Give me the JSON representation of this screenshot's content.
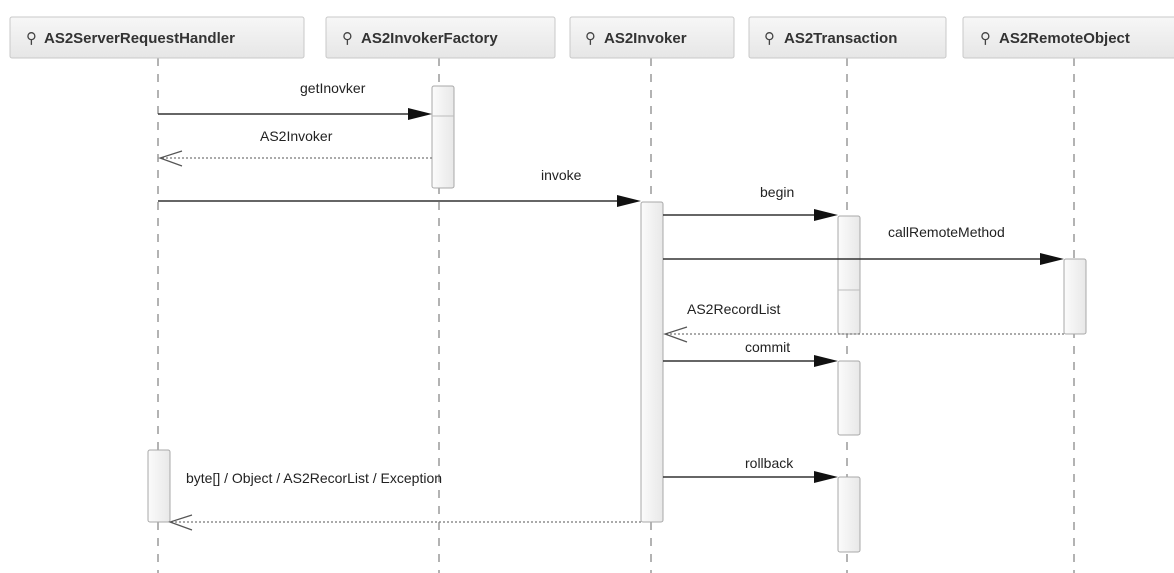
{
  "diagram": {
    "type": "sequence",
    "participants": [
      {
        "id": "handler",
        "name": "AS2ServerRequestHandler",
        "icon": "participant-pin-icon"
      },
      {
        "id": "factory",
        "name": "AS2InvokerFactory",
        "icon": "participant-pin-icon"
      },
      {
        "id": "invoker",
        "name": "AS2Invoker",
        "icon": "participant-pin-icon"
      },
      {
        "id": "transaction",
        "name": "AS2Transaction",
        "icon": "participant-pin-icon"
      },
      {
        "id": "remote",
        "name": "AS2RemoteObject",
        "icon": "participant-pin-icon"
      }
    ],
    "messages": [
      {
        "from": "handler",
        "to": "factory",
        "label": "getInovker",
        "kind": "call"
      },
      {
        "from": "factory",
        "to": "handler",
        "label": "AS2Invoker",
        "kind": "return"
      },
      {
        "from": "handler",
        "to": "invoker",
        "label": "invoke",
        "kind": "call"
      },
      {
        "from": "invoker",
        "to": "transaction",
        "label": "begin",
        "kind": "call"
      },
      {
        "from": "invoker",
        "to": "remote",
        "label": "callRemoteMethod",
        "kind": "call"
      },
      {
        "from": "remote",
        "to": "invoker",
        "label": "AS2RecordList",
        "kind": "return"
      },
      {
        "from": "invoker",
        "to": "transaction",
        "label": "commit",
        "kind": "call"
      },
      {
        "from": "invoker",
        "to": "transaction",
        "label": "rollback",
        "kind": "call"
      },
      {
        "from": "invoker",
        "to": "handler",
        "label": "byte[] / Object / AS2RecorList / Exception",
        "kind": "return"
      }
    ],
    "icon_glyph": "⚲",
    "colors": {
      "header_fill": "#efefef",
      "header_border": "#c8c8c8",
      "lifeline": "#8a8a8a",
      "activation_fill": "#f6f6f6",
      "activation_border": "#a8a8a8",
      "arrow": "#333333",
      "return_line": "#777777"
    }
  }
}
